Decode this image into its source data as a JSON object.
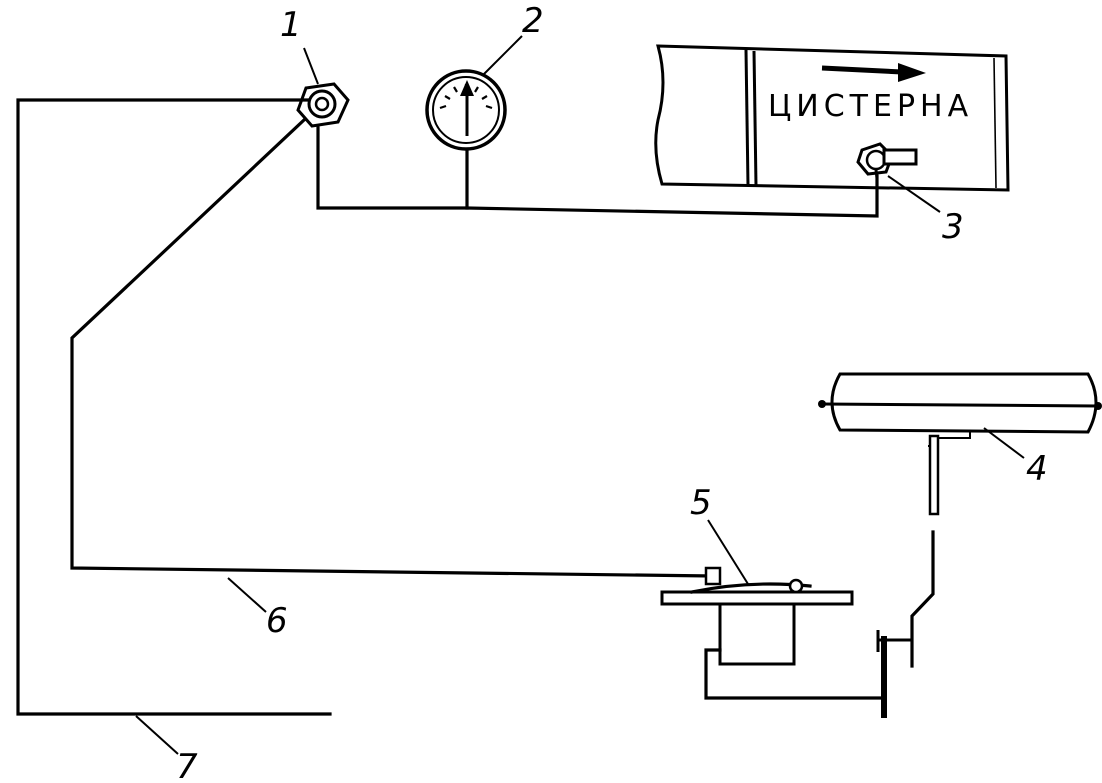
{
  "labels": {
    "n1": "1",
    "n2": "2",
    "n3": "3",
    "n4": "4",
    "n5": "5",
    "n6": "6",
    "n7": "7"
  },
  "tank": {
    "text": "ЦИСТЕРНА"
  },
  "colors": {
    "line": "#000000",
    "background": "#ffffff"
  }
}
